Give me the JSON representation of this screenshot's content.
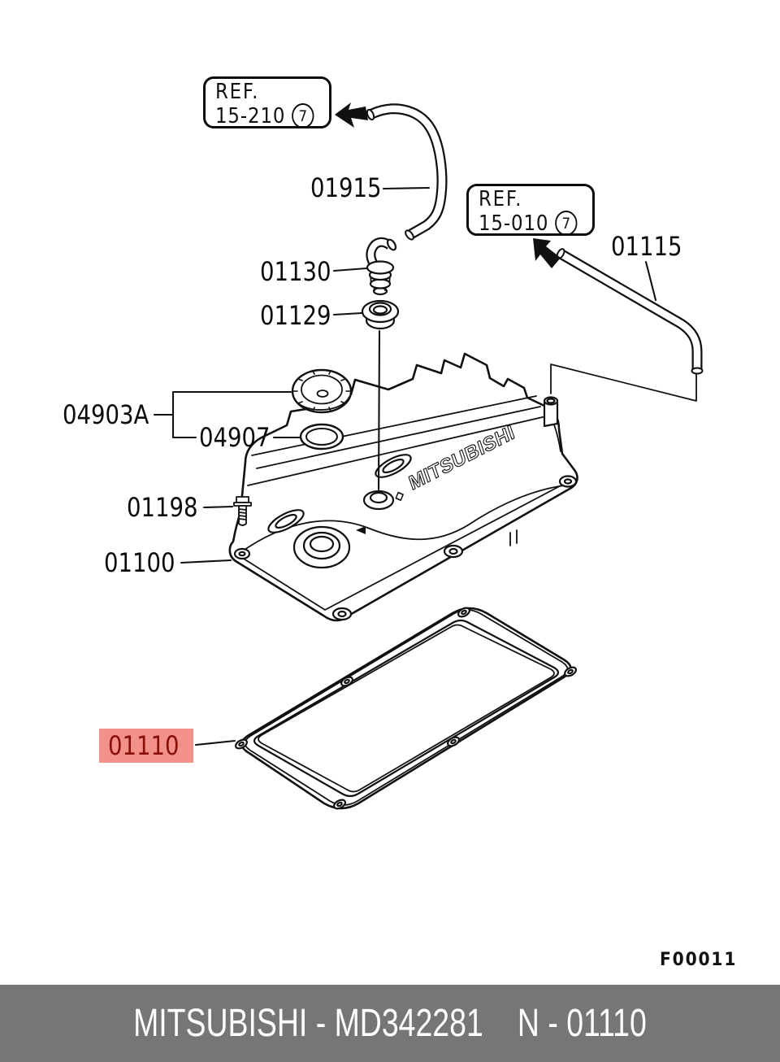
{
  "refs": {
    "ref1": {
      "title": "REF.",
      "code": "15-210",
      "badge": "7"
    },
    "ref2": {
      "title": "REF.",
      "code": "15-010",
      "badge": "7"
    }
  },
  "parts": {
    "p01915": "01915",
    "p01115": "01115",
    "p01130": "01130",
    "p01129": "01129",
    "p04903a": "04903A",
    "p04907": "04907",
    "p01198": "01198",
    "p01100": "01100",
    "p01110": "01110"
  },
  "cover": {
    "emboss": "MITSUBISHI",
    "logo_glyph": "◆"
  },
  "figure": {
    "code": "F00011"
  },
  "footer": {
    "brand_part": "MITSUBISHI - MD342281",
    "number": "N - 01110"
  },
  "colors": {
    "highlight_bg": "#f2918a",
    "highlight_text": "#871008",
    "footer_bg": "#767676",
    "line": "#111111",
    "background": "#ffffff"
  }
}
